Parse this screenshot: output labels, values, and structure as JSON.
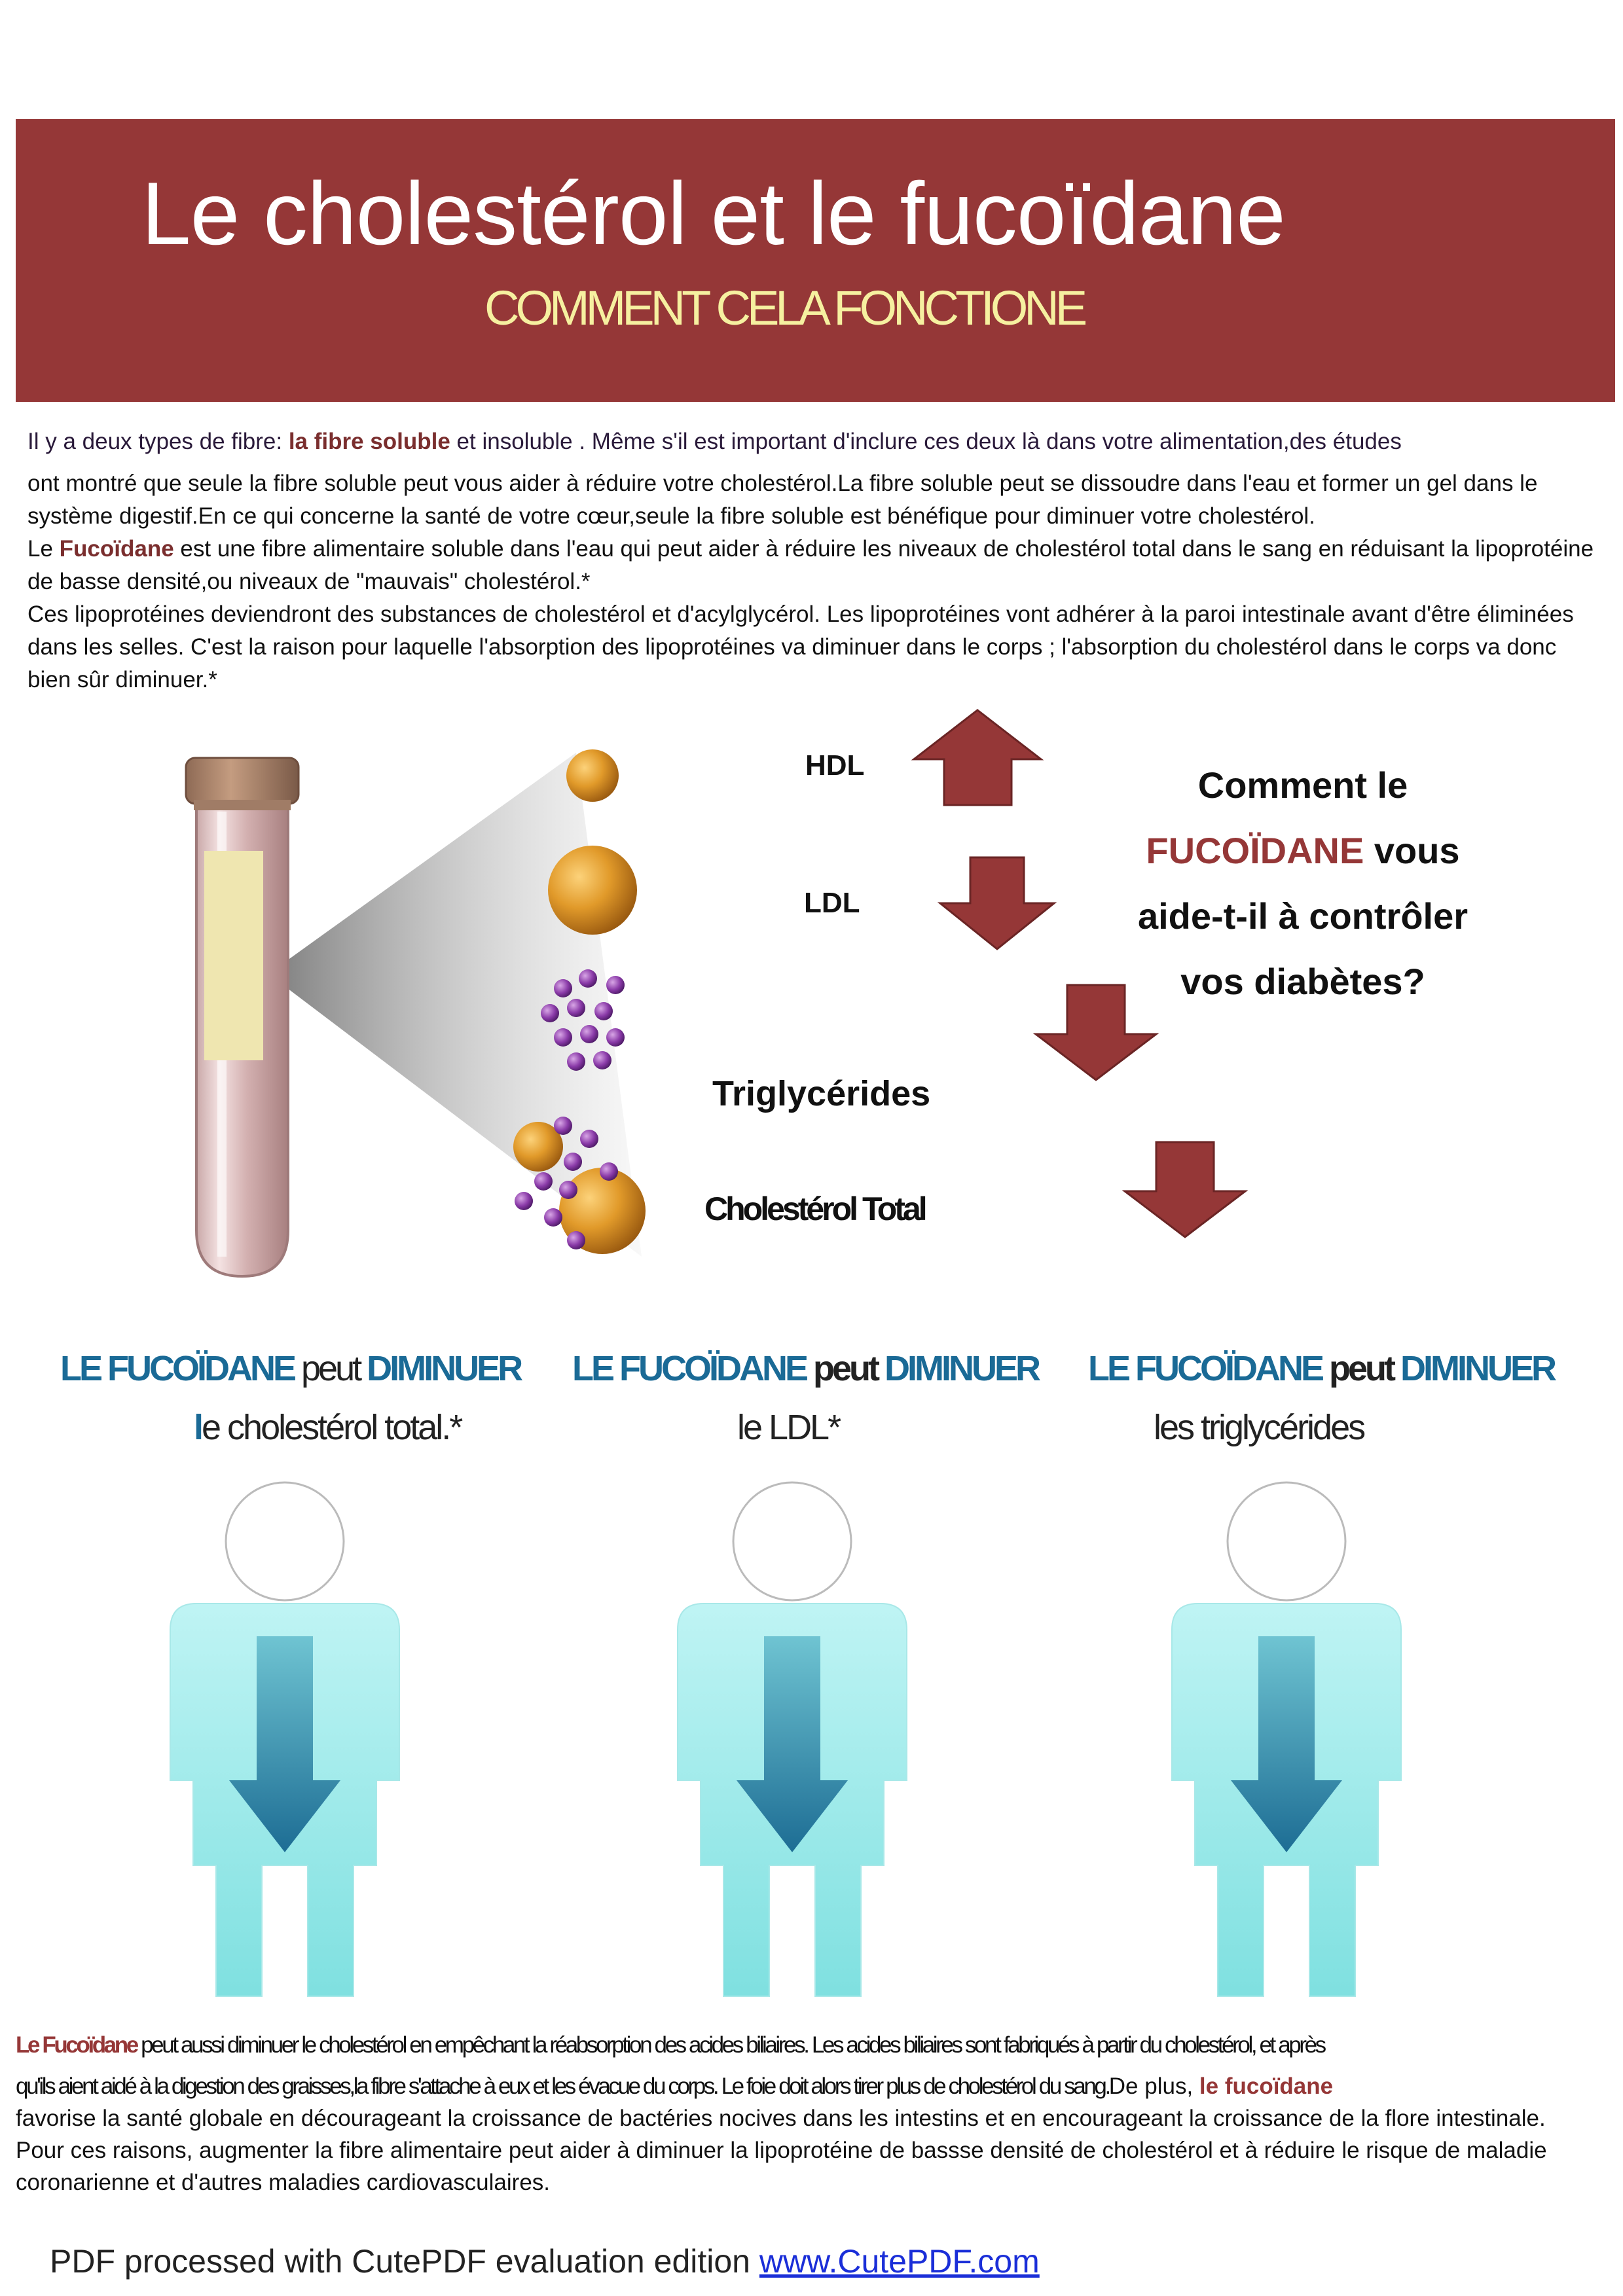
{
  "header": {
    "title": "Le cholestérol et le fucoïdane",
    "subtitle": "COMMENT CELA FONCTIONE"
  },
  "intro": {
    "p1_a": "Il y a deux types de fibre: ",
    "p1_em": "la fibre soluble",
    "p1_b": " et insoluble . Même s'il est important d'inclure ces deux là dans votre alimentation,des études",
    "p2": "ont montré que seule la fibre soluble peut vous aider à réduire votre cholestérol.La fibre soluble peut se dissoudre dans l'eau et former un gel dans le système digestif.En ce qui concerne la santé de votre cœur,seule la fibre soluble est bénéfique pour diminuer votre cholestérol.",
    "p3_a": "Le ",
    "p3_em": "Fucoïdane",
    "p3_b": "  est une fibre alimentaire soluble dans l'eau qui peut aider à réduire les niveaux de cholestérol total dans le sang en réduisant la lipoprotéine de basse densité,ou niveaux de \"mauvais\" cholestérol.*",
    "p4": " Ces lipoprotéines deviendront des substances de cholestérol  et d'acylglycérol. Les lipoprotéines vont adhérer à la paroi intestinale avant d'être éliminées dans les selles. C'est la raison pour laquelle l'absorption  des lipoprotéines va diminuer dans le corps ; l'absorption du cholestérol dans le corps va donc bien sûr diminuer.*"
  },
  "diagram": {
    "hdl": "HDL",
    "ldl": "LDL",
    "triglycerides": "Triglycérides",
    "total": "Cholestérol Total",
    "question_a": "Comment  le",
    "question_fuc": "FUCOÏDANE",
    "question_b": " vous",
    "question_c": "aide-t-il à contrôler",
    "question_d": "vos diabètes?"
  },
  "panels": [
    {
      "brand": "LE FUCOÏDANE",
      "verb": " peut ",
      "action": "DIMINUER",
      "sub_first": "l",
      "sub_rest": "e cholestérol total.*"
    },
    {
      "brand": "LE FUCOÏDANE",
      "verb": " peut ",
      "action": "DIMINUER",
      "sub": "le LDL*"
    },
    {
      "brand": "LE FUCOÏDANE",
      "verb": " peut ",
      "action": "DIMINUER",
      "sub": "les triglycérides"
    }
  ],
  "bottom": {
    "l1_em": "Le Fucoïdane",
    "l1": " peut aussi diminuer le cholestérol en empêchant la réabsorption des acides biliaires. Les acides biliaires sont fabriqués à partir du cholestérol, et après",
    "l2": "qu'ils aient aidé  à la digestion des graisses,la fibre s'attache à eux et les évacue du corps. Le foie doit alors tirer plus de cholestérol du sang.",
    "l2_tail": "De plus, ",
    "l2_em": "le fucoïdane",
    "rest": "favorise la santé globale en décourageant la croissance de bactéries nocives  dans les intestins et en encourageant la croissance de la flore intestinale. Pour ces raisons, augmenter la fibre alimentaire peut aider à diminuer la lipoprotéine de bassse densité de cholestérol et à réduire le risque de maladie coronarienne et d'autres maladies cardiovasculaires."
  },
  "footer": {
    "text": "PDF processed with CutePDF evaluation edition ",
    "link": "www.CutePDF.com"
  },
  "colors": {
    "banner": "#953737",
    "subtitle": "#f6f0a0",
    "arrow": "#953737",
    "brand_blue": "#1a6a96",
    "figure": "#8fe6e6"
  }
}
